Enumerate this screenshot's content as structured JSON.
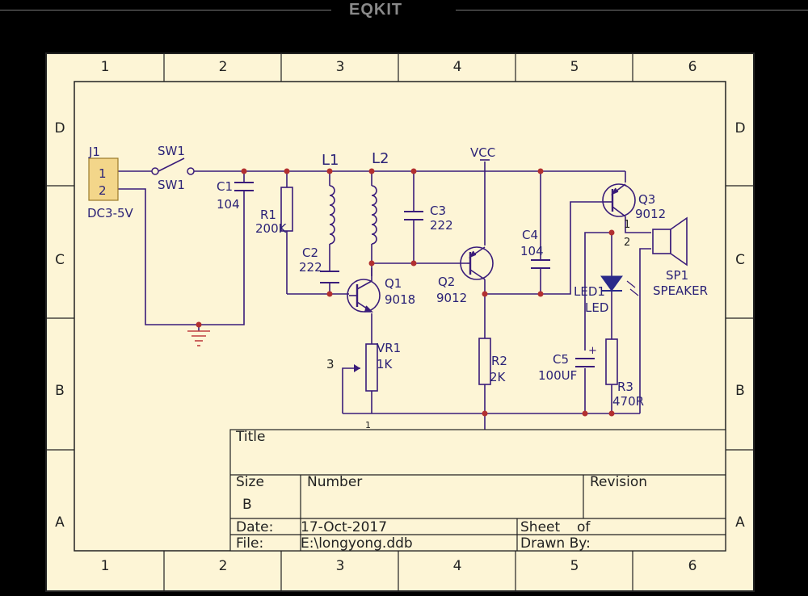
{
  "brand": "EQKIT",
  "colors": {
    "paper": "#fdf5d6",
    "wire": "#3a1c7a",
    "junction": "#b23030",
    "ground": "#c04040",
    "connector": "#f3d68a",
    "led": "#2a2a8a",
    "label": "#2b2277"
  },
  "border": {
    "columns": [
      "1",
      "2",
      "3",
      "4",
      "5",
      "6"
    ],
    "rows": [
      "D",
      "C",
      "B",
      "A"
    ]
  },
  "title_block": {
    "title_label": "Title",
    "size_label": "Size",
    "size_value": "B",
    "number_label": "Number",
    "revision_label": "Revision",
    "date_label": "Date:",
    "date_value": "17-Oct-2017",
    "sheet_label": "Sheet",
    "of_label": "of",
    "file_label": "File:",
    "file_value": "E:\\longyong.ddb",
    "drawn_label": "Drawn By:"
  },
  "components": {
    "j1": {
      "ref": "J1",
      "value": "DC3-5V",
      "pin1": "1",
      "pin2": "2"
    },
    "sw1": {
      "ref": "SW1",
      "ref2": "SW1"
    },
    "c1": {
      "ref": "C1",
      "value": "104"
    },
    "r1": {
      "ref": "R1",
      "value": "200K"
    },
    "l1": {
      "ref": "L1"
    },
    "l2": {
      "ref": "L2"
    },
    "c2": {
      "ref": "C2",
      "value": "222"
    },
    "c3": {
      "ref": "C3",
      "value": "222"
    },
    "q1": {
      "ref": "Q1",
      "value": "9018"
    },
    "q2": {
      "ref": "Q2",
      "value": "9012"
    },
    "q3": {
      "ref": "Q3",
      "value": "9012"
    },
    "vcc": {
      "label": "VCC"
    },
    "c4": {
      "ref": "C4",
      "value": "104"
    },
    "vr1": {
      "ref": "VR1",
      "value": "1K",
      "pin3": "3",
      "pin1": "1"
    },
    "r2": {
      "ref": "R2",
      "value": "2K"
    },
    "led1": {
      "ref": "LED1",
      "value": "LED"
    },
    "c5": {
      "ref": "C5",
      "value": "100UF",
      "plus": "+"
    },
    "r3": {
      "ref": "R3",
      "value": "470R"
    },
    "sp1": {
      "ref": "SP1",
      "value": "SPEAKER",
      "pin1": "1",
      "pin2": "2"
    }
  }
}
